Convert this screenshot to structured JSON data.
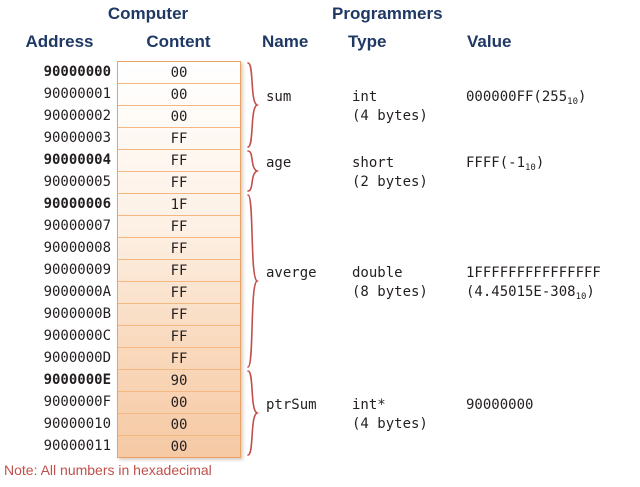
{
  "headers": {
    "group_computer": "Computer",
    "group_programmers": "Programmers",
    "address": "Address",
    "content": "Content",
    "name": "Name",
    "type": "Type",
    "value": "Value"
  },
  "memory": {
    "rows": [
      {
        "address": "90000000",
        "content": "00",
        "bold": true
      },
      {
        "address": "90000001",
        "content": "00",
        "bold": false
      },
      {
        "address": "90000002",
        "content": "00",
        "bold": false
      },
      {
        "address": "90000003",
        "content": "FF",
        "bold": false
      },
      {
        "address": "90000004",
        "content": "FF",
        "bold": true
      },
      {
        "address": "90000005",
        "content": "FF",
        "bold": false
      },
      {
        "address": "90000006",
        "content": "1F",
        "bold": true
      },
      {
        "address": "90000007",
        "content": "FF",
        "bold": false
      },
      {
        "address": "90000008",
        "content": "FF",
        "bold": false
      },
      {
        "address": "90000009",
        "content": "FF",
        "bold": false
      },
      {
        "address": "9000000A",
        "content": "FF",
        "bold": false
      },
      {
        "address": "9000000B",
        "content": "FF",
        "bold": false
      },
      {
        "address": "9000000C",
        "content": "FF",
        "bold": false
      },
      {
        "address": "9000000D",
        "content": "FF",
        "bold": false
      },
      {
        "address": "9000000E",
        "content": "90",
        "bold": true
      },
      {
        "address": "9000000F",
        "content": "00",
        "bold": false
      },
      {
        "address": "90000010",
        "content": "00",
        "bold": false
      },
      {
        "address": "90000011",
        "content": "00",
        "bold": false
      }
    ]
  },
  "variables": [
    {
      "name": "sum",
      "type": "int",
      "size": "(4 bytes)",
      "value_hex": "000000FF",
      "value_dec": "(255",
      "value_sub": "10",
      "value_close": ")",
      "value_second_line": ""
    },
    {
      "name": "age",
      "type": "short",
      "size": "(2 bytes)",
      "value_hex": "FFFF",
      "value_dec": "(-1",
      "value_sub": "10",
      "value_close": ")",
      "value_second_line": ""
    },
    {
      "name": "averge",
      "type": "double",
      "size": "(8 bytes)",
      "value_hex": "1FFFFFFFFFFFFFFF",
      "value_dec": "(4.45015E-308",
      "value_sub": "10",
      "value_close": ")",
      "value_second_line": "split"
    },
    {
      "name": "ptrSum",
      "type": "int*",
      "size": "(4 bytes)",
      "value_hex": "90000000",
      "value_dec": "",
      "value_sub": "",
      "value_close": "",
      "value_second_line": ""
    }
  ],
  "note": "Note: All numbers in hexadecimal",
  "colors": {
    "heading": "#1F3864",
    "table_border": "#E8A265",
    "row_line": "#F3B77F",
    "brace": "#C0504D",
    "note": "#C0504D",
    "gradient_top": "#FFFFFF",
    "gradient_bottom": "#F6C9A4"
  }
}
